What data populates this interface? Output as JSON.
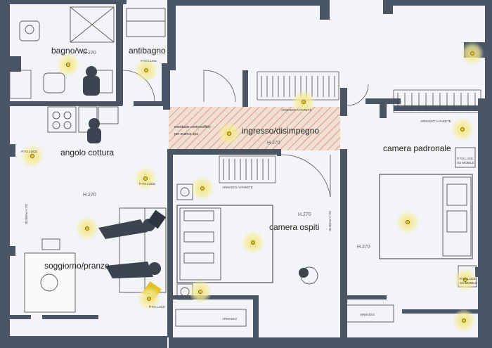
{
  "rooms": {
    "bathroom": "bagno/wc",
    "antibath": "antibagno",
    "kitchen": "angolo cottura",
    "entrance": "ingresso/disimpegno",
    "master": "camera padronale",
    "guest": "camera ospiti",
    "living": "soggiorno/pranzo"
  },
  "heights": {
    "bathroom": "H 270",
    "kitchen": "H.270",
    "entrance": "H.270",
    "guest": "H.270",
    "master": "H.270"
  },
  "notes": {
    "ceiling_1": "eventuale controsoffitto",
    "ceiling_2": "per scarico spa"
  },
  "light_points": {
    "antibath": "P.TO LUCE",
    "kitchen": "P.TO LUCE",
    "living_1": "P.TO LUCE",
    "living_2": "P.TO LUCE",
    "master_1": "P.TO LUCE",
    "master_2": "P.TO LUCE",
    "master_mobile_1": "SU MOBILE",
    "master_mobile_2": "SU MOBILE"
  },
  "storage": {
    "closet_top": "ARMADIO A PARETE",
    "closet_entrance": "ARMADIO A PARETE",
    "closet_master": "ARMADIO A PARETE",
    "cabinet_guest": "ARMADIO",
    "cabinet_master": "ARMADIO",
    "wall_left": "SU A PARETE",
    "wall_mid": "SU A PARETE"
  },
  "colors": {
    "wall": "#4a5566",
    "hatch": "#c9725a",
    "light_glow": "#f4e79a",
    "light_core": "#e6c51f"
  }
}
